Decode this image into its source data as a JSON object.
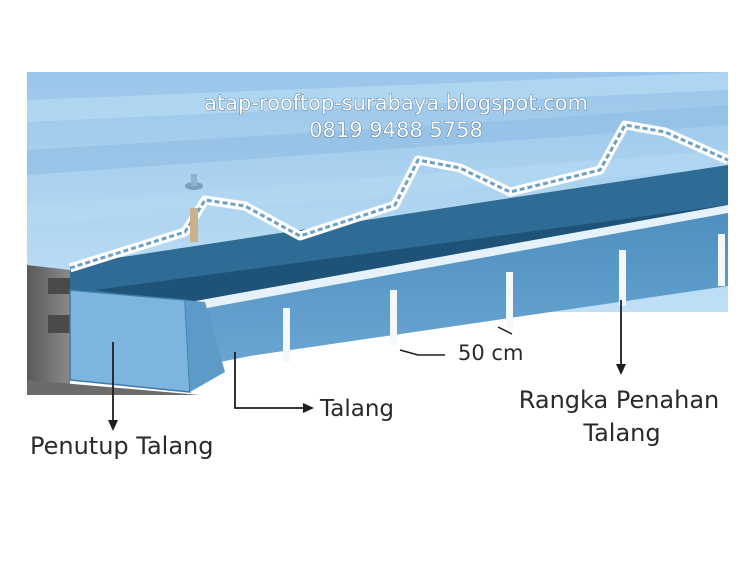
{
  "watermark": {
    "site": "atap-rooftop-surabaya.blogspot.com",
    "phone": "0819 9488 5758"
  },
  "labels": {
    "spacing": "50 cm",
    "gutter": "Talang",
    "gutter_cover": "Penutup Talang",
    "bracket_line1": "Rangka Penahan",
    "bracket_line2": "Talang"
  },
  "colors": {
    "roof_sky": "#9cc9ec",
    "gutter_face": "#5c9ac8",
    "gutter_dark": "#2f6a94",
    "wall": "#6d6d6d",
    "arrow": "#1e1e1e"
  }
}
